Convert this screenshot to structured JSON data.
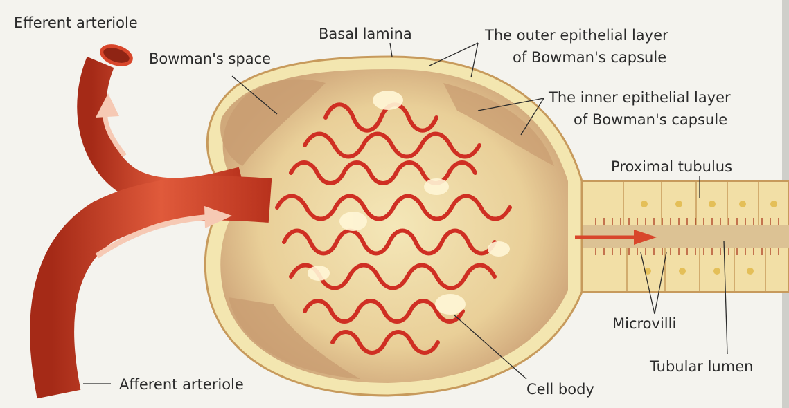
{
  "labels": {
    "efferent_arteriole": "Efferent arteriole",
    "basal_lamina": "Basal lamina",
    "outer_layer_line1": "The outer epithelial layer",
    "outer_layer_line2": "of Bowman's capsule",
    "bowmans_space": "Bowman's space",
    "inner_layer_line1": "The inner epithelial layer",
    "inner_layer_line2": "of Bowman's capsule",
    "proximal_tubulus": "Proximal tubulus",
    "microvilli": "Microvilli",
    "tubular_lumen": "Tubular lumen",
    "afferent_arteriole": "Afferent arteriole",
    "cell_body": "Cell body"
  },
  "colors": {
    "page": "#f4f3ee",
    "artery": "#d8462b",
    "artery_dark": "#a52a17",
    "capsule_tan": "#d2ad80",
    "capsule_cream": "#f3e6b0",
    "capillary_red": "#cf2f23",
    "tubule_cream": "#f2dfa6"
  }
}
